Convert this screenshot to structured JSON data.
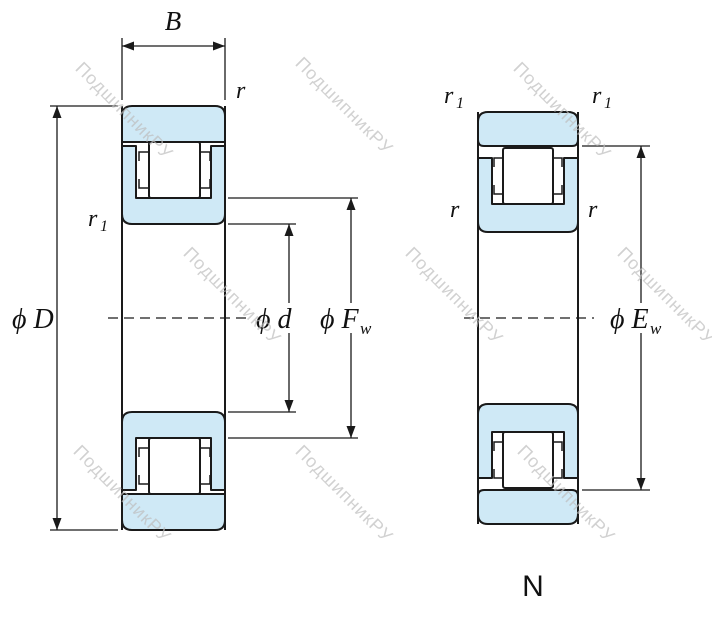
{
  "colors": {
    "background": "#ffffff",
    "outline": "#1a1a1a",
    "ring_fill": "#cfe9f6",
    "label": "#111111",
    "watermark": "#bdbdbd"
  },
  "watermark": {
    "text": "ПодшипникРУ"
  },
  "left_view": {
    "width_label": "B",
    "outer_corner_label": "r",
    "bore_corner_label": {
      "base": "r",
      "sub": "1"
    },
    "outer_diameter_label": "ϕ D",
    "bore_diameter_label": "ϕ d",
    "roller_envelope_label": {
      "main": "ϕ F",
      "sub": "w"
    }
  },
  "right_view": {
    "top_left_corner_label": {
      "base": "r",
      "sub": "1"
    },
    "top_right_corner_label": {
      "base": "r",
      "sub": "1"
    },
    "inner_corner_label_left": "r",
    "inner_corner_label_right": "r",
    "raceway_diameter_label": {
      "main": "ϕ E",
      "sub": "w"
    },
    "type_label": "N"
  }
}
